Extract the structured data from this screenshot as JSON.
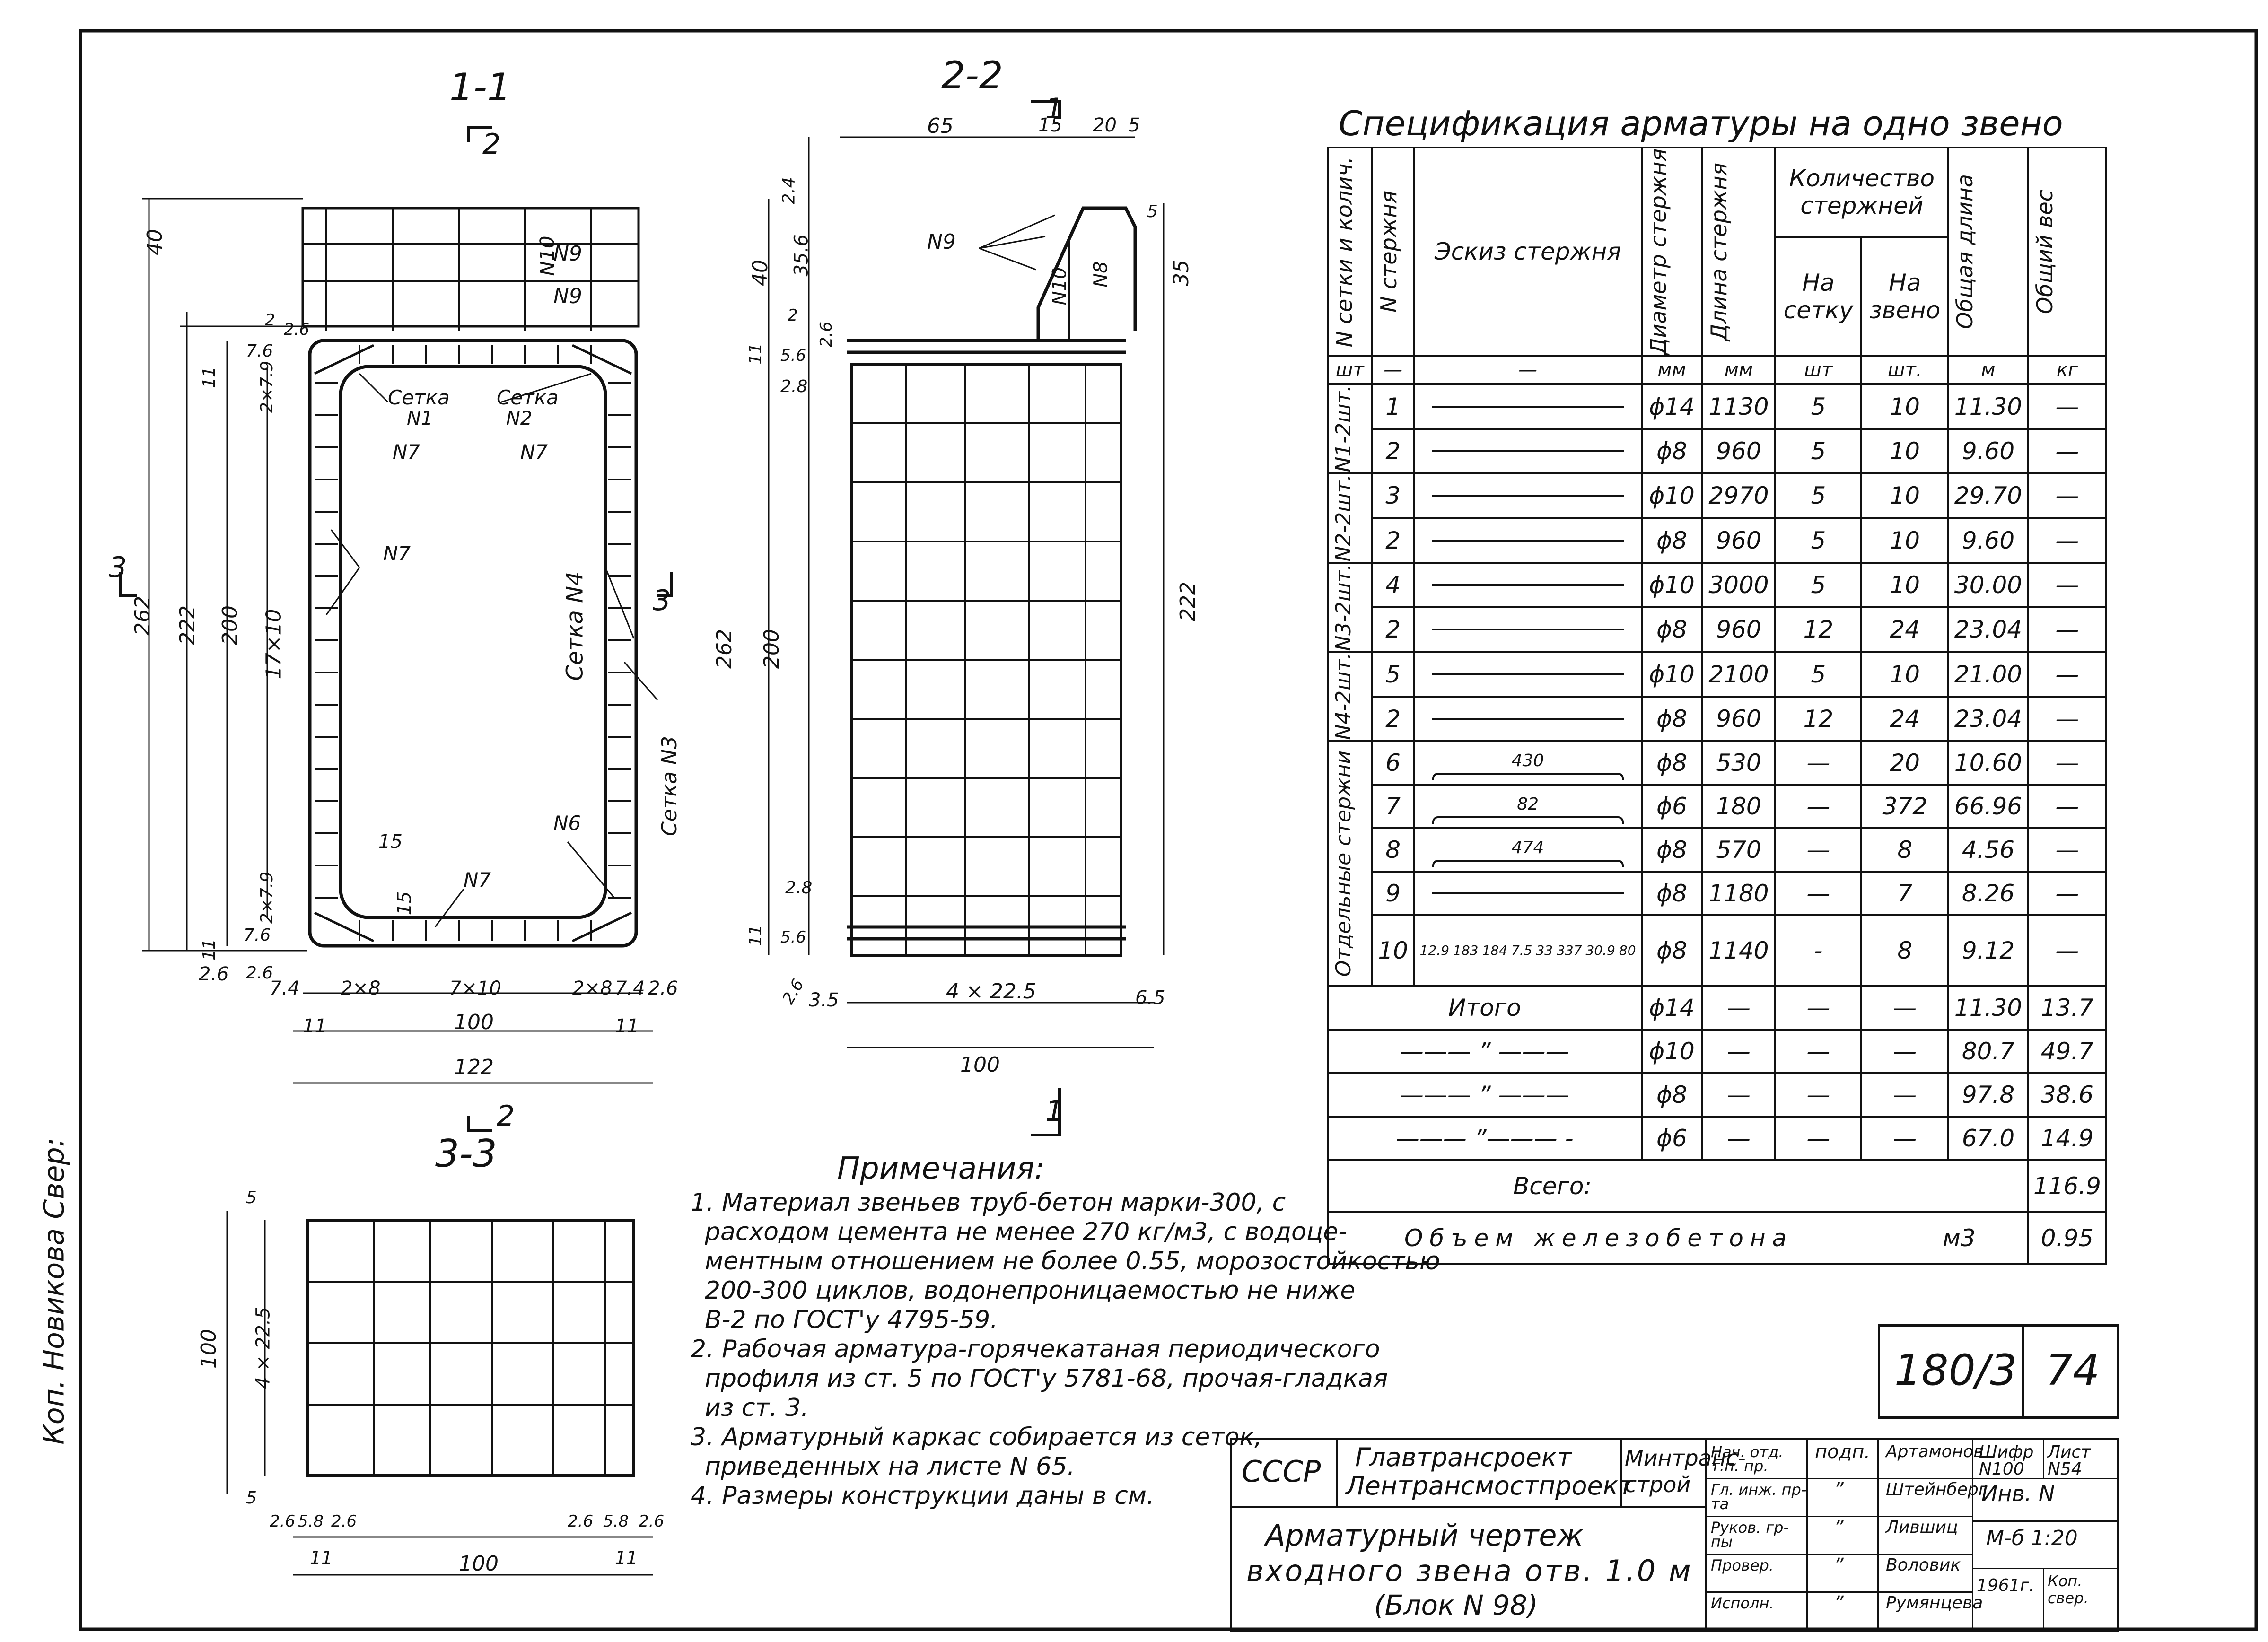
{
  "sections": {
    "s11": "1-1",
    "s22": "2-2",
    "s33": "3-3",
    "cut2": "2",
    "cut1": "1",
    "cut3": "3"
  },
  "view11": {
    "dims_left": [
      "40",
      "262",
      "222",
      "200",
      "17×10",
      "11",
      "2×7.9",
      "7.6",
      "11",
      "2×7.9",
      "7.6",
      "2.6",
      "2",
      "2.6"
    ],
    "dims_bottom": [
      "2.6",
      "7.4",
      "2×8",
      "7×10",
      "2×8",
      "7.4",
      "2.6",
      "100",
      "11",
      "11",
      "122"
    ],
    "dims_inner": [
      "15",
      "15"
    ],
    "labels": [
      "N10",
      "N9",
      "N9",
      "Сетка",
      "N1",
      "Сетка",
      "N2",
      "N7",
      "N7",
      "N7",
      "Сетка N4",
      "Сетка N3",
      "N6",
      "N7"
    ]
  },
  "view22": {
    "dims_top": [
      "65",
      "15",
      "20",
      "5"
    ],
    "dims_left": [
      "2.4",
      "40",
      "35.6",
      "2",
      "11",
      "5.6",
      "2.6",
      "2.8",
      "262",
      "200",
      "2.8",
      "11",
      "5.6",
      "2.6"
    ],
    "dims_right": [
      "5",
      "35",
      "222"
    ],
    "dims_bottom": [
      "3.5",
      "4 × 22.5",
      "6.5",
      "100"
    ],
    "labels": [
      "N9",
      "N10",
      "N8"
    ]
  },
  "view33": {
    "dims_left": [
      "5",
      "100",
      "4 × 22.5",
      "5"
    ],
    "dims_bottom": [
      "2.6",
      "5.8",
      "2.6",
      "5.8",
      "2.6",
      "2.6",
      "11",
      "100",
      "11"
    ]
  },
  "spec": {
    "title": "Спецификация арматуры на одно звено",
    "headers": {
      "h1": "N сетки и колич.",
      "h2": "N стержня",
      "h3": "Эскиз стержня",
      "h4": "Диаметр стержня",
      "h5": "Длина стержня",
      "h6": "Количество стержней",
      "h6a": "На сетку",
      "h6b": "На звено",
      "h7": "Общая длина",
      "h8": "Общий вес"
    },
    "units": [
      "шт",
      "—",
      "—",
      "мм",
      "мм",
      "шт",
      "шт.",
      "м",
      "кг"
    ],
    "groups": [
      "N1-2шт.",
      "N2-2шт.",
      "N3-2шт.",
      "N4-2шт.",
      "Отдельные стержни"
    ],
    "rows": [
      {
        "n": "1",
        "d": "ϕ14",
        "len": "1130",
        "a": "5",
        "b": "10",
        "total": "11.30",
        "w": "—"
      },
      {
        "n": "2",
        "d": "ϕ8",
        "len": "960",
        "a": "5",
        "b": "10",
        "total": "9.60",
        "w": "—"
      },
      {
        "n": "3",
        "d": "ϕ10",
        "len": "2970",
        "a": "5",
        "b": "10",
        "total": "29.70",
        "w": "—"
      },
      {
        "n": "2",
        "d": "ϕ8",
        "len": "960",
        "a": "5",
        "b": "10",
        "total": "9.60",
        "w": "—"
      },
      {
        "n": "4",
        "d": "ϕ10",
        "len": "3000",
        "a": "5",
        "b": "10",
        "total": "30.00",
        "w": "—"
      },
      {
        "n": "2",
        "d": "ϕ8",
        "len": "960",
        "a": "12",
        "b": "24",
        "total": "23.04",
        "w": "—"
      },
      {
        "n": "5",
        "d": "ϕ10",
        "len": "2100",
        "a": "5",
        "b": "10",
        "total": "21.00",
        "w": "—"
      },
      {
        "n": "2",
        "d": "ϕ8",
        "len": "960",
        "a": "12",
        "b": "24",
        "total": "23.04",
        "w": "—"
      },
      {
        "n": "6",
        "d": "ϕ8",
        "len": "530",
        "a": "—",
        "b": "20",
        "total": "10.60",
        "w": "—",
        "sk": "430"
      },
      {
        "n": "7",
        "d": "ϕ6",
        "len": "180",
        "a": "—",
        "b": "372",
        "total": "66.96",
        "w": "—",
        "sk": "82"
      },
      {
        "n": "8",
        "d": "ϕ8",
        "len": "570",
        "a": "—",
        "b": "8",
        "total": "4.56",
        "w": "—",
        "sk": "474"
      },
      {
        "n": "9",
        "d": "ϕ8",
        "len": "1180",
        "a": "—",
        "b": "7",
        "total": "8.26",
        "w": "—"
      },
      {
        "n": "10",
        "d": "ϕ8",
        "len": "1140",
        "a": "-",
        "b": "8",
        "total": "9.12",
        "w": "—"
      }
    ],
    "sketch10": [
      "12.9",
      "183",
      "184",
      "7.5",
      "33",
      "337",
      "30.9",
      "80"
    ],
    "totals_label": "Итого",
    "totals": [
      {
        "label": "Итого",
        "d": "ϕ14",
        "total": "11.30",
        "w": "13.7"
      },
      {
        "label": "——— ” ———",
        "d": "ϕ10",
        "total": "80.7",
        "w": "49.7"
      },
      {
        "label": "——— ” ———",
        "d": "ϕ8",
        "total": "97.8",
        "w": "38.6"
      },
      {
        "label": "——— ”——— -",
        "d": "ϕ6",
        "total": "67.0",
        "w": "14.9"
      }
    ],
    "dash": "—",
    "all_label": "Всего:",
    "all_value": "116.9",
    "vol_label": "Объем железобетона",
    "vol_unit": "м3",
    "vol_value": "0.95"
  },
  "notes": {
    "title": "Примечания:",
    "lines": [
      "1. Материал звеньев труб-бетон марки-300, с",
      "расходом цемента не менее 270 кг/м3, с водоце-",
      "ментным отношением не более 0.55, морозостойкостью",
      "200-300 циклов, водонепроницаемостью не ниже",
      "В-2 по ГОСТ'у 4795-59.",
      "2. Рабочая арматура-горячекатаная периодического",
      "профиля из ст. 5 по ГОСТ'у 5781-68, прочая-гладкая",
      "из ст. 3.",
      "3. Арматурный каркас собирается из сеток,",
      "приведенных на листе N 65.",
      "4. Размеры конструкции даны в см."
    ]
  },
  "stamp": {
    "code": "180/3",
    "num": "74"
  },
  "titleblock": {
    "ussr": "СССР",
    "org1": "Главтрансроект",
    "org2": "Лентрансмостпроект",
    "ministry": "Минтранс-строй",
    "title1": "Арматурный чертеж",
    "title2": "входного звена отв. 1.0 м",
    "title3": "(Блок N 98)",
    "roles": [
      "Нач. отд. т.п. пр.",
      "Гл. инж. пр-та",
      "Руков. гр-пы",
      "Провер.",
      "Исполн."
    ],
    "sign": "подп.",
    "quotes": [
      "”",
      "”",
      "”",
      "”"
    ],
    "names": [
      "Артамонов",
      "Штейнберг",
      "Лившиц",
      "Воловик",
      "Румянцева"
    ],
    "cipher": "Шифр N100",
    "sheet": "Лист N54",
    "inv": "Инв. N",
    "scale": "М-б 1:20",
    "year": "1961г.",
    "kop": "Коп. свер."
  },
  "margin_note": "Коп. Новикова Свер:"
}
